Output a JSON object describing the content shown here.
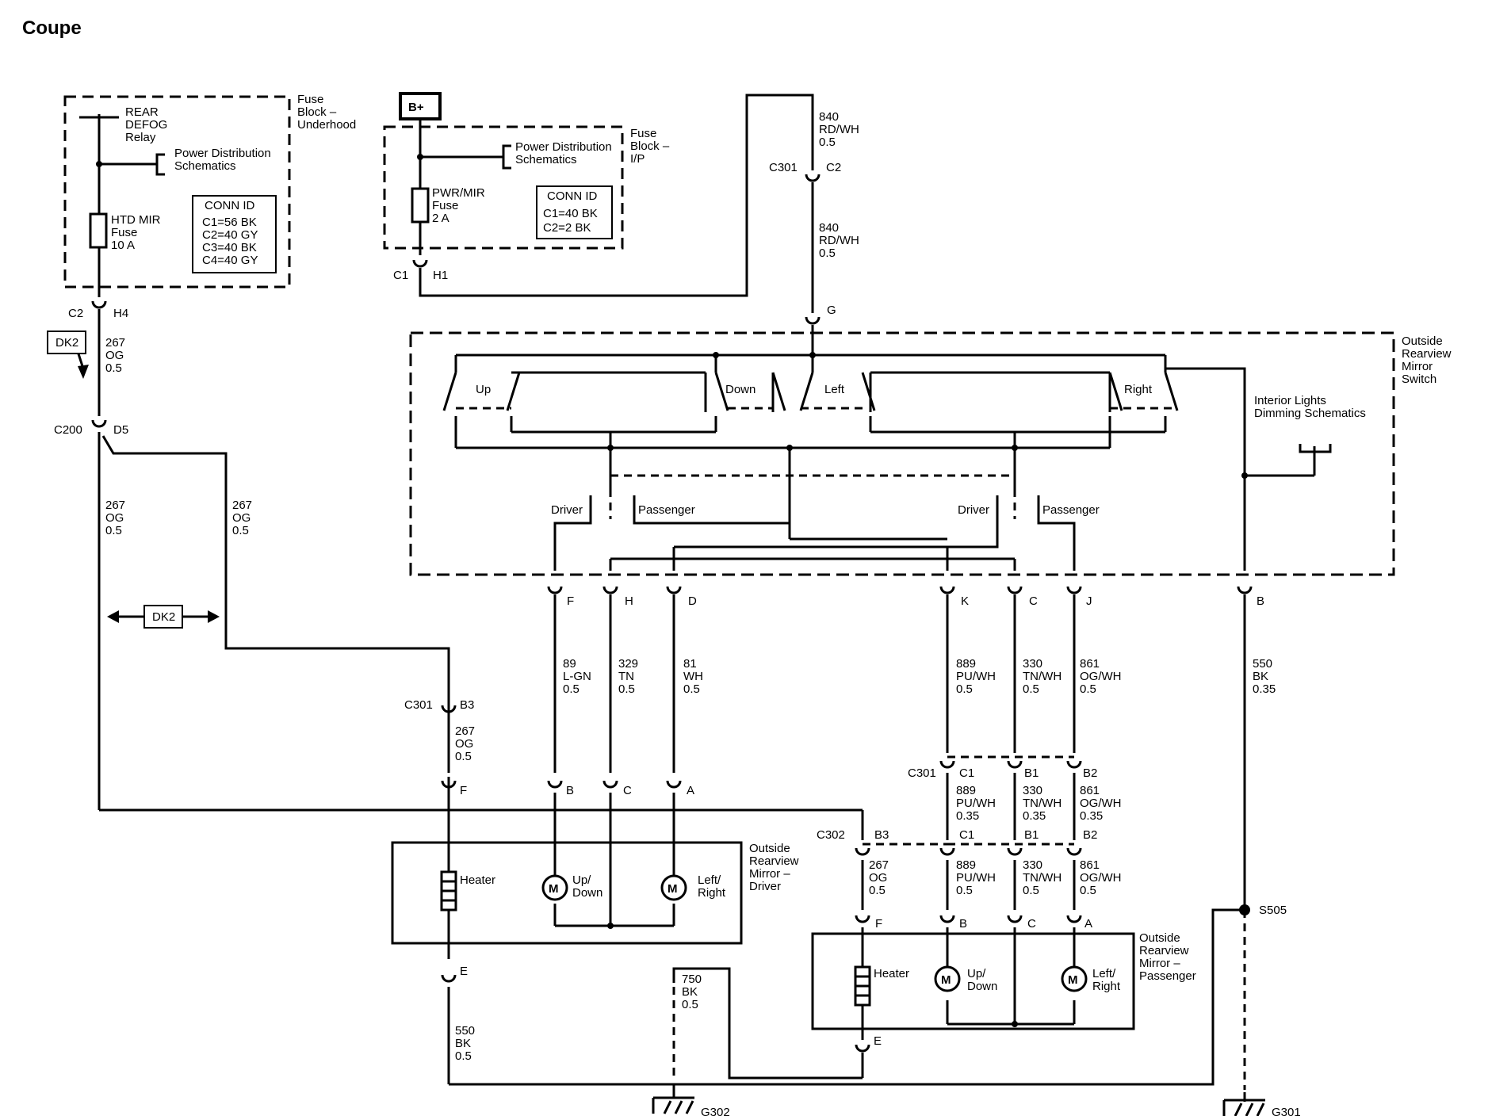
{
  "title": "Coupe",
  "ground_icon": "ground-symbol",
  "motor_icon": "motor-symbol",
  "heater_icon": "heater-element",
  "fuse_icon": "fuse-symbol",
  "components": {
    "fuse_underhood": {
      "name": [
        "Fuse",
        "Block –",
        "Underhood"
      ],
      "relay": [
        "REAR",
        "DEFOG",
        "Relay"
      ],
      "power": [
        "Power Distribution",
        "Schematics"
      ],
      "fuse": [
        "HTD MIR",
        "Fuse",
        "10 A"
      ],
      "conn_title": "CONN ID",
      "conn": [
        "C1=56 BK",
        "C2=40 GY",
        "C3=40 BK",
        "C4=40 GY"
      ]
    },
    "fuse_ip": {
      "name": [
        "Fuse",
        "Block –",
        "I/P"
      ],
      "bplus": "B+",
      "power": [
        "Power Distribution",
        "Schematics"
      ],
      "fuse": [
        "PWR/MIR",
        "Fuse",
        "2 A"
      ],
      "conn_title": "CONN ID",
      "conn": [
        "C1=40 BK",
        "C2=2 BK"
      ]
    },
    "switch": {
      "name": [
        "Outside",
        "Rearview",
        "Mirror",
        "Switch"
      ],
      "up": "Up",
      "down": "Down",
      "left": "Left",
      "right": "Right",
      "driver1": "Driver",
      "passenger1": "Passenger",
      "driver2": "Driver",
      "passenger2": "Passenger",
      "dimming": [
        "Interior Lights",
        "Dimming Schematics"
      ]
    },
    "mirror_driver": {
      "name": [
        "Outside",
        "Rearview",
        "Mirror –",
        "Driver"
      ],
      "heater": "Heater",
      "motor1": [
        "Up/",
        "Down"
      ],
      "motor2": [
        "Left/",
        "Right"
      ]
    },
    "mirror_passenger": {
      "name": [
        "Outside",
        "Rearview",
        "Mirror –",
        "Passenger"
      ],
      "heater": "Heater",
      "motor1": [
        "Up/",
        "Down"
      ],
      "motor2": [
        "Left/",
        "Right"
      ]
    }
  },
  "badges": {
    "dk2_a": "DK2",
    "dk2_b": "DK2"
  },
  "wires": {
    "w267_a": [
      "267",
      "OG",
      "0.5"
    ],
    "w267_b": [
      "267",
      "OG",
      "0.5"
    ],
    "w267_c": [
      "267",
      "OG",
      "0.5"
    ],
    "w267_d": [
      "267",
      "OG",
      "0.5"
    ],
    "w267_e": [
      "267",
      "OG",
      "0.5"
    ],
    "w840_a": [
      "840",
      "RD/WH",
      "0.5"
    ],
    "w840_b": [
      "840",
      "RD/WH",
      "0.5"
    ],
    "w89": [
      "89",
      "L-GN",
      "0.5"
    ],
    "w329": [
      "329",
      "TN",
      "0.5"
    ],
    "w81": [
      "81",
      "WH",
      "0.5"
    ],
    "w889_a": [
      "889",
      "PU/WH",
      "0.5"
    ],
    "w330_a": [
      "330",
      "TN/WH",
      "0.5"
    ],
    "w861_a": [
      "861",
      "OG/WH",
      "0.5"
    ],
    "w889_b": [
      "889",
      "PU/WH",
      "0.35"
    ],
    "w330_b": [
      "330",
      "TN/WH",
      "0.35"
    ],
    "w861_b": [
      "861",
      "OG/WH",
      "0.35"
    ],
    "w889_c": [
      "889",
      "PU/WH",
      "0.5"
    ],
    "w330_c": [
      "330",
      "TN/WH",
      "0.5"
    ],
    "w861_c": [
      "861",
      "OG/WH",
      "0.5"
    ],
    "w550_a": [
      "550",
      "BK",
      "0.35"
    ],
    "w550_b": [
      "550",
      "BK",
      "0.5"
    ],
    "w750": [
      "750",
      "BK",
      "0.5"
    ]
  },
  "connectors": {
    "c2": "C2",
    "h4": "H4",
    "c200": "C200",
    "d5": "D5",
    "c1": "C1",
    "h1": "H1",
    "c301_top": "C301",
    "c2_top": "C2",
    "g": "G",
    "f": "F",
    "h": "H",
    "d": "D",
    "k": "K",
    "c": "C",
    "j": "J",
    "b": "B",
    "c301_b3": "C301",
    "b3": "B3",
    "f_drv": "F",
    "b_drv": "B",
    "c_drv": "C",
    "a_drv": "A",
    "c301_mid": "C301",
    "c1_mid": "C1",
    "b1_mid": "B1",
    "b2_mid": "B2",
    "c302": "C302",
    "b3_c302": "B3",
    "c1_c302": "C1",
    "b1_c302": "B1",
    "b2_c302": "B2",
    "f_pas": "F",
    "b_pas": "B",
    "c_pas": "C",
    "a_pas": "A",
    "e_drv": "E",
    "e_pas": "E",
    "s505": "S505",
    "g302": "G302",
    "g301": "G301"
  }
}
